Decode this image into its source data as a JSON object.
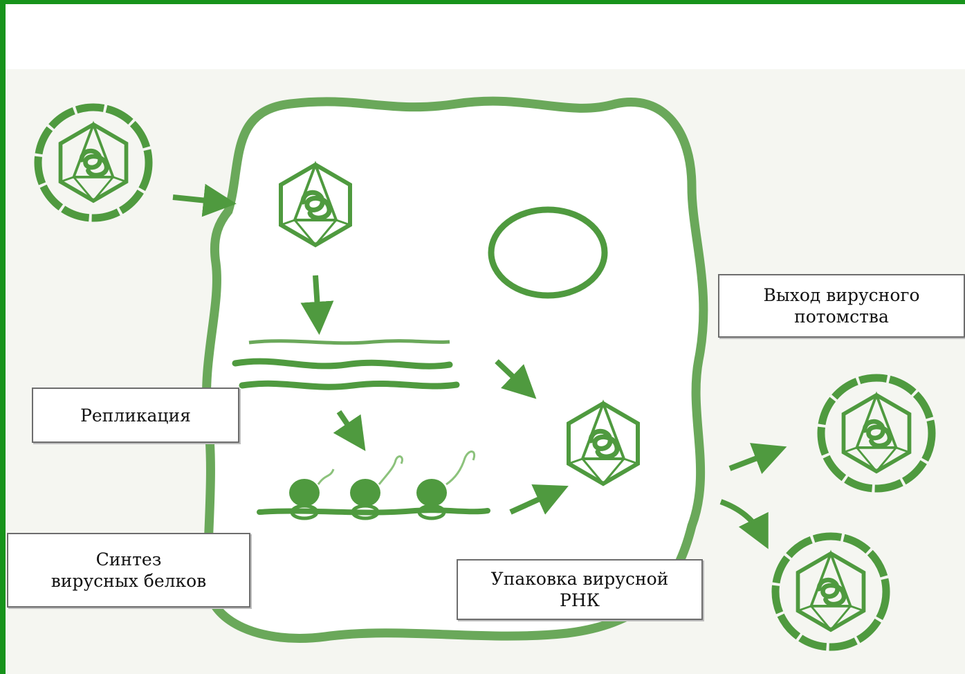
{
  "labels": {
    "replication": "Репликация",
    "protein_synthesis": "Синтез\nвирусных белков",
    "rna_packaging": "Упаковка вирусной\nРНК",
    "progeny_release": "Выход вирусного\nпотомства"
  },
  "icons": {
    "virus": "virus-icon",
    "capsid": "capsid-icon",
    "nucleus": "nucleus-icon",
    "ribosome": "ribosome-icon",
    "arrow": "arrow-icon"
  },
  "colors": {
    "frame": "#17931b",
    "diagram_green": "#4f9a3f",
    "light_green": "#8cc27c",
    "border_gray": "#6d6d6d"
  }
}
